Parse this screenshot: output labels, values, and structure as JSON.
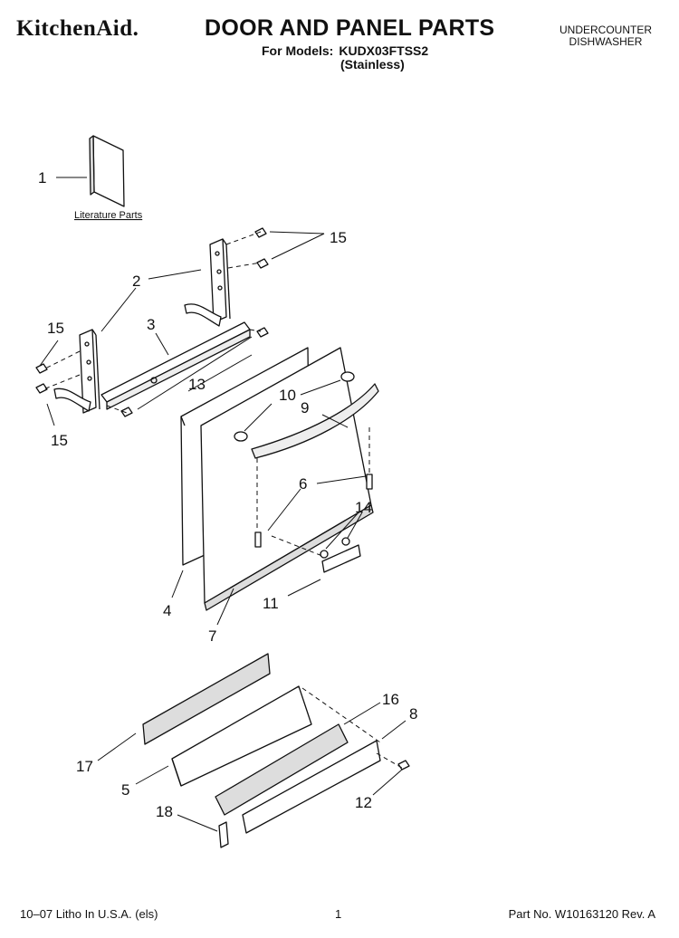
{
  "header": {
    "brand": "KitchenAid.",
    "title": "DOOR AND PANEL PARTS",
    "models_label": "For Models:",
    "model_number": "KUDX03FTSS2",
    "variant": "(Stainless)",
    "appliance_line1": "UNDERCOUNTER",
    "appliance_line2": "DISHWASHER"
  },
  "diagram": {
    "literature_label": "Literature Parts",
    "callouts": [
      "1",
      "2",
      "3",
      "4",
      "5",
      "6",
      "7",
      "8",
      "9",
      "10",
      "11",
      "12",
      "13",
      "14",
      "15",
      "15",
      "15",
      "16",
      "17",
      "18"
    ]
  },
  "footer": {
    "left": "10–07 Litho In U.S.A. (els)",
    "page": "1",
    "part_no": "Part No. W10163120 Rev. A"
  }
}
